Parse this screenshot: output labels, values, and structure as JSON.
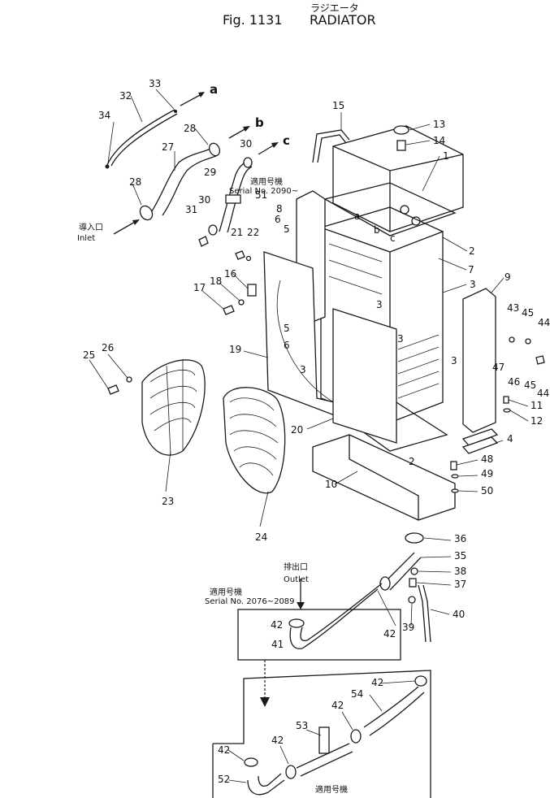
{
  "header": {
    "katakana": "ラジエータ",
    "fig": "Fig. 1131",
    "title": "RADIATOR"
  },
  "labels": {
    "inlet_jp": "導入口",
    "inlet": "Inlet",
    "outlet_jp": "排出口",
    "outlet": "Outlet",
    "serial_jp_top": "適用号機",
    "serial_top": "Serial No. 2090~",
    "serial_jp_mid": "適用号機",
    "serial_mid": "Serial No. 2076~2089",
    "serial_jp_bottom": "適用号機"
  },
  "arrow_letters": {
    "a": "a",
    "b": "b",
    "c": "c"
  },
  "callouts": {
    "n1": "1",
    "n2a": "2",
    "n2b": "2",
    "n3a": "3",
    "n3b": "3",
    "n3c": "3",
    "n3d": "3",
    "n3e": "3",
    "n4": "4",
    "n5a": "5",
    "n5b": "5",
    "n6a": "6",
    "n6b": "6",
    "n7": "7",
    "n8": "8",
    "n9": "9",
    "n10": "10",
    "n11": "11",
    "n12": "12",
    "n13": "13",
    "n14": "14",
    "n15": "15",
    "n16": "16",
    "n17": "17",
    "n18": "18",
    "n19": "19",
    "n20": "20",
    "n21": "21",
    "n22": "22",
    "n23": "23",
    "n24": "24",
    "n25": "25",
    "n26": "26",
    "n27": "27",
    "n28a": "28",
    "n28b": "28",
    "n29": "29",
    "n30a": "30",
    "n30b": "30",
    "n31": "31",
    "n32": "32",
    "n33": "33",
    "n34": "34",
    "n35": "35",
    "n36": "36",
    "n37": "37",
    "n38": "38",
    "n39": "39",
    "n40": "40",
    "n41": "41",
    "n42a": "42",
    "n42b": "42",
    "n42c": "42",
    "n42d": "42",
    "n42e": "42",
    "n42f": "42",
    "n43": "43",
    "n44a": "44",
    "n44b": "44",
    "n45a": "45",
    "n45b": "45",
    "n46": "46",
    "n47": "47",
    "n48": "48",
    "n49": "49",
    "n50": "50",
    "n51": "51",
    "n52": "52",
    "n53": "53",
    "n54": "54",
    "core_a": "a",
    "core_b": "b",
    "core_c": "c"
  }
}
